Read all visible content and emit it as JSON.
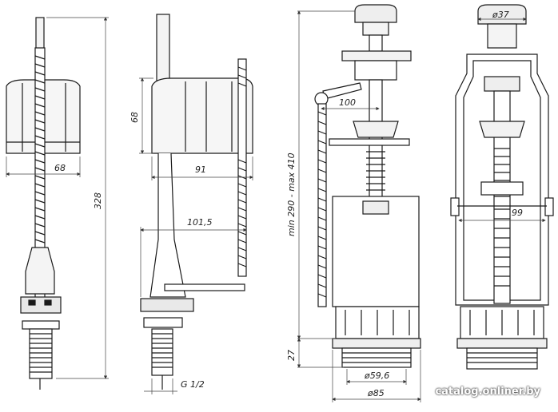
{
  "figure": {
    "views": [
      "inlet-valve-front",
      "inlet-valve-side",
      "flush-valve-front",
      "flush-valve-side"
    ]
  },
  "dimensions": {
    "float_width": "68",
    "total_height": "328",
    "float_height": "68",
    "float_span": "91",
    "arm_span": "101,5",
    "thread": "G 1/2",
    "lever_reach": "100",
    "height_range": "min 290 - max 410",
    "base_height": "27",
    "base_inner_diameter": "ø59,6",
    "base_outer_diameter": "ø85",
    "button_diameter": "ø37",
    "overflow_width": "99"
  },
  "watermark": "catalog.onliner.by",
  "colors": {
    "line": "#1a1a1a",
    "dim_line": "#444444",
    "background": "#ffffff"
  }
}
